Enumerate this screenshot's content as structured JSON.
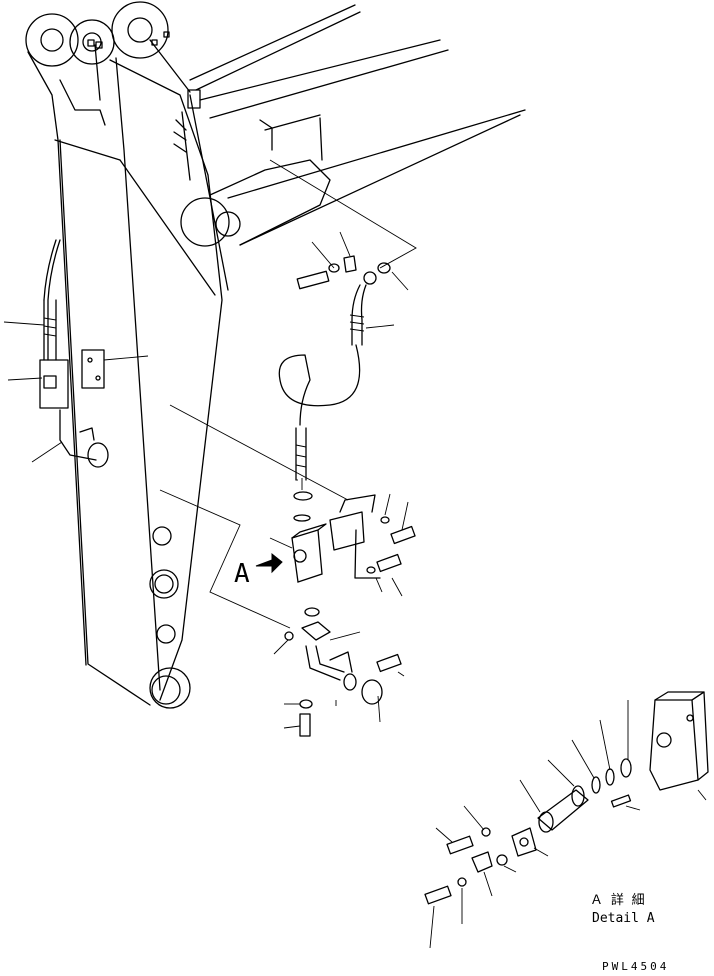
{
  "detail": {
    "label_jp": "Ａ 詳 細",
    "label_en": "Detail A"
  },
  "view_marker": "A",
  "drawing_code": "PWL4504"
}
